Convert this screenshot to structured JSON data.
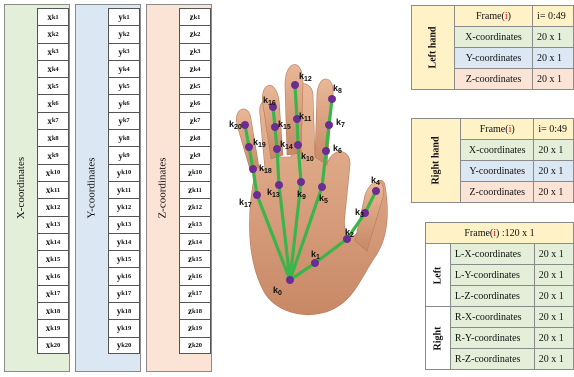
{
  "colors": {
    "x_bg": "#e3efd9",
    "y_bg": "#dce7f4",
    "z_bg": "#fbe4d6",
    "header_bg": "#fff2c6",
    "hand_line": "#3ab54a",
    "joint": "#6b2d91"
  },
  "columns": {
    "x": {
      "title": "X-coordinates",
      "prefix": "x",
      "items": [
        "k1",
        "k2",
        "k3",
        "k4",
        "k5",
        "k6",
        "k7",
        "k8",
        "k9",
        "k10",
        "k11",
        "k12",
        "k13",
        "k14",
        "k15",
        "k16",
        "k17",
        "k18",
        "k19",
        "k20"
      ]
    },
    "y": {
      "title": "Y-coordinates",
      "prefix": "y",
      "items": [
        "k1",
        "k2",
        "k3",
        "k4",
        "k5",
        "k6",
        "k7",
        "k8",
        "k9",
        "k10",
        "k11",
        "k12",
        "k13",
        "k14",
        "k15",
        "k16",
        "k17",
        "k18",
        "k19",
        "k20"
      ]
    },
    "z": {
      "title": "Z-coordinates",
      "prefix": "z",
      "items": [
        "k1",
        "k2",
        "k3",
        "k4",
        "k5",
        "k6",
        "k7",
        "k8",
        "k9",
        "k10",
        "k11",
        "k12",
        "k13",
        "k14",
        "k15",
        "k16",
        "k17",
        "k18",
        "k19",
        "k20"
      ]
    }
  },
  "hand": {
    "keypoints": [
      "k0",
      "k1",
      "k2",
      "k3",
      "k4",
      "k5",
      "k6",
      "k7",
      "k8",
      "k9",
      "k10",
      "k11",
      "k12",
      "k13",
      "k14",
      "k15",
      "k16",
      "k17",
      "k18",
      "k19",
      "k20"
    ]
  },
  "left_hand": {
    "side_label": "Left hand",
    "frame_prefix": "Frame(",
    "frame_var": "i",
    "frame_suffix": ")",
    "frame_value": "i= 0:49",
    "rows": [
      {
        "label": "X-coordinates",
        "size": "20 x 1"
      },
      {
        "label": "Y-coordinates",
        "size": "20 x 1"
      },
      {
        "label": "Z-coordinates",
        "size": "20 x 1"
      }
    ]
  },
  "right_hand": {
    "side_label": "Right hand",
    "frame_prefix": "Frame(",
    "frame_var": "i",
    "frame_suffix": ")",
    "frame_value": "i= 0:49",
    "rows": [
      {
        "label": "X-coordinates",
        "size": "20 x 1"
      },
      {
        "label": "Y-coordinates",
        "size": "20 x 1"
      },
      {
        "label": "Z-coordinates",
        "size": "20 x 1"
      }
    ]
  },
  "frame_table": {
    "title_prefix": "Frame(",
    "title_var": "i",
    "title_suffix": ") :120 x 1",
    "groups": [
      {
        "label": "Left",
        "rows": [
          {
            "label": "L-X-coordinates",
            "size": "20 x 1"
          },
          {
            "label": "L-Y-coordinates",
            "size": "20 x 1"
          },
          {
            "label": "L-Z-coordinates",
            "size": "20 x 1"
          }
        ]
      },
      {
        "label": "Right",
        "rows": [
          {
            "label": "R-X-coordinates",
            "size": "20 x 1"
          },
          {
            "label": "R-Y-coordinates",
            "size": "20 x 1"
          },
          {
            "label": "R-Z-coordinates",
            "size": "20 x 1"
          }
        ]
      }
    ]
  }
}
